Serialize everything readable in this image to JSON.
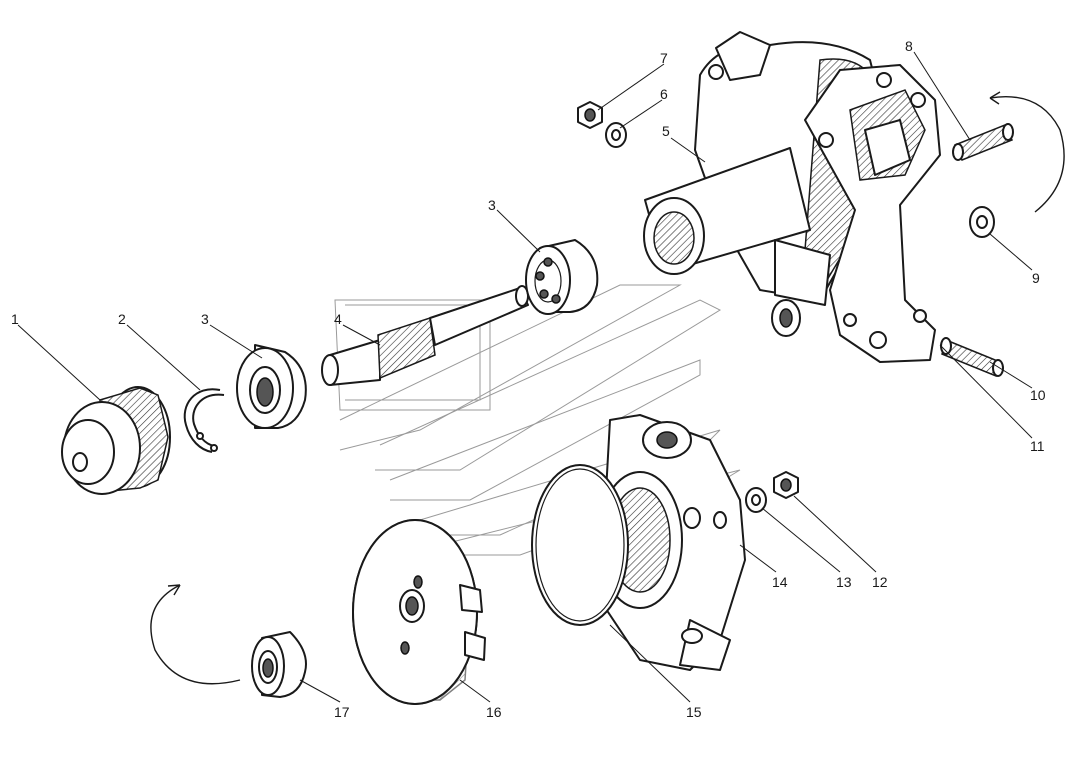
{
  "diagram": {
    "callouts": [
      {
        "id": "c1",
        "label": "1"
      },
      {
        "id": "c2",
        "label": "2"
      },
      {
        "id": "c3a",
        "label": "3"
      },
      {
        "id": "c3b",
        "label": "3"
      },
      {
        "id": "c4",
        "label": "4"
      },
      {
        "id": "c5",
        "label": "5"
      },
      {
        "id": "c6",
        "label": "6"
      },
      {
        "id": "c7",
        "label": "7"
      },
      {
        "id": "c8",
        "label": "8"
      },
      {
        "id": "c9",
        "label": "9"
      },
      {
        "id": "c10",
        "label": "10"
      },
      {
        "id": "c11",
        "label": "11"
      },
      {
        "id": "c12",
        "label": "12"
      },
      {
        "id": "c13",
        "label": "13"
      },
      {
        "id": "c14",
        "label": "14"
      },
      {
        "id": "c15",
        "label": "15"
      },
      {
        "id": "c16",
        "label": "16"
      },
      {
        "id": "c17",
        "label": "17"
      }
    ]
  }
}
